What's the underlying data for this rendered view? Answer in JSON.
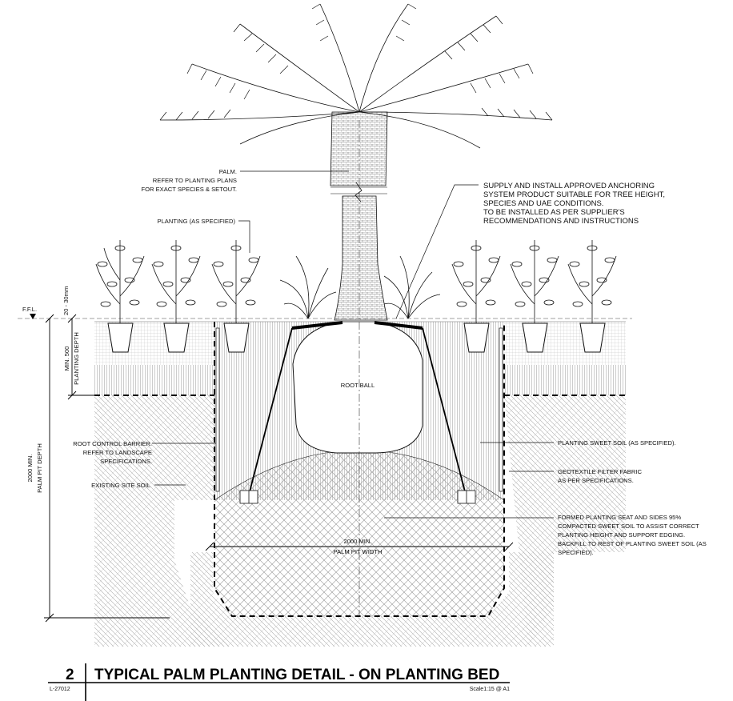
{
  "labels": {
    "palm": [
      "PALM.",
      "REFER TO PLANTING PLANS",
      "FOR EXACT SPECIES & SETOUT."
    ],
    "planting": "PLANTING (AS SPECIFIED)",
    "anchoring": [
      "SUPPLY AND INSTALL APPROVED ANCHORING",
      "SYSTEM PRODUCT SUITABLE FOR TREE HEIGHT,",
      "SPECIES AND UAE CONDITIONS.",
      "TO BE INSTALLED AS PER SUPPLIER'S",
      "RECOMMENDATIONS AND INSTRUCTIONS"
    ],
    "ffl": "F.F.L.",
    "gap": "20 - 30mm",
    "planting_depth": [
      "MIN. 500",
      "PLANTING DEPTH"
    ],
    "pit_depth": [
      "2000 MIN.",
      "PALM PIT DEPTH"
    ],
    "root_ball": "ROOT BALL",
    "root_barrier": [
      "ROOT CONTROL BARRIER.",
      "REFER TO LANDSCAPE",
      "SPECIFICATIONS."
    ],
    "existing_soil": "EXISTING SITE SOIL",
    "sweet_soil": "PLANTING SWEET SOIL (AS SPECIFIED).",
    "geotextile": [
      "GEOTEXTILE FILTER FABRIC",
      "AS PER SPECIFICATIONS."
    ],
    "formed_seat": [
      "FORMED PLANTING SEAT AND SIDES 95%",
      "COMPACTED SWEET SOIL TO ASSIST CORRECT",
      "PLANTING HEIGHT AND SUPPORT EDGING.",
      "BACKFILL TO REST OF PLANTING SWEET SOIL (AS",
      "SPECIFIED)."
    ],
    "pit_width": [
      "2000 MIN.",
      "PALM PIT WIDTH"
    ]
  },
  "title": {
    "number": "2",
    "text": "TYPICAL PALM PLANTING DETAIL - ON PLANTING BED",
    "sheet": "L-27012",
    "scale": "Scale1:15 @ A1"
  }
}
